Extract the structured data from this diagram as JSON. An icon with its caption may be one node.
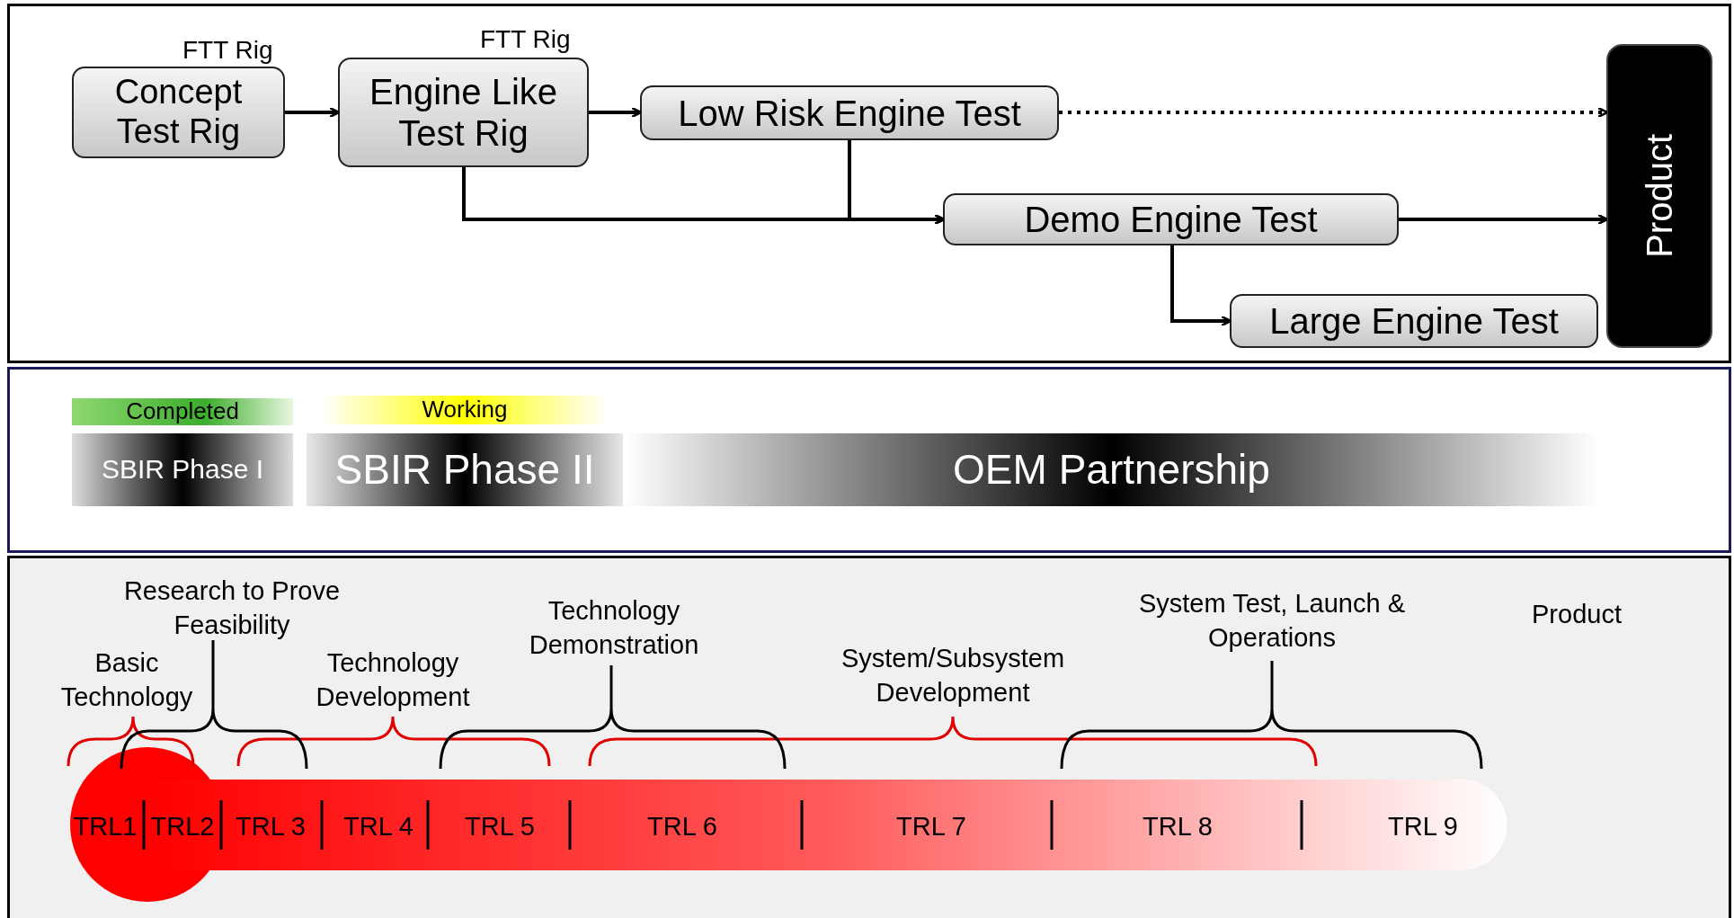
{
  "diagram": {
    "nodes": [
      {
        "text": [
          "Concept Test Rig"
        ],
        "beside": [
          "FTT Rig"
        ]
      },
      {
        "text": [
          "Engine Like Test Rig"
        ],
        "beside": [
          "FTT Rig"
        ]
      },
      {
        "text": [
          "Low Risk Engine Test"
        ]
      },
      {
        "text": [
          "Demo Engine Test"
        ]
      },
      {
        "text": [
          "Large Engine Test"
        ]
      },
      {
        "text": [
          "Product"
        ]
      },
      {
        "text": [
          "Completed"
        ]
      },
      {
        "text": [
          "SBIR Phase I"
        ]
      },
      {
        "text": [
          "Working"
        ]
      },
      {
        "text": [
          "SBIR Phase II"
        ]
      },
      {
        "text": [
          "OEM Partnership"
        ]
      }
    ],
    "edges": [
      {
        "from": 0,
        "to": 1,
        "arrow": "to"
      },
      {
        "from": 1,
        "to": 2,
        "arrow": "to"
      },
      {
        "from": 2,
        "to": 5,
        "arrow": "to",
        "style": "dashed"
      },
      {
        "from": 1,
        "to": 3,
        "arrow": "to"
      },
      {
        "from": 2,
        "to": 3,
        "arrow": "to"
      },
      {
        "from": 3,
        "to": 5,
        "arrow": "to"
      },
      {
        "from": 3,
        "to": 4,
        "arrow": "to"
      }
    ],
    "labels": [
      "Research to Prove Feasibility",
      "Technology Demonstration",
      "System Test, Launch & Operations",
      "Product",
      "Basic Technology",
      "Technology Development",
      "System/Subsystem Development",
      "TRL1",
      "TRL2",
      "TRL 3",
      "TRL 4",
      "TRL 5",
      "TRL 6",
      "TRL 7",
      "TRL 8",
      "TRL 9"
    ]
  }
}
